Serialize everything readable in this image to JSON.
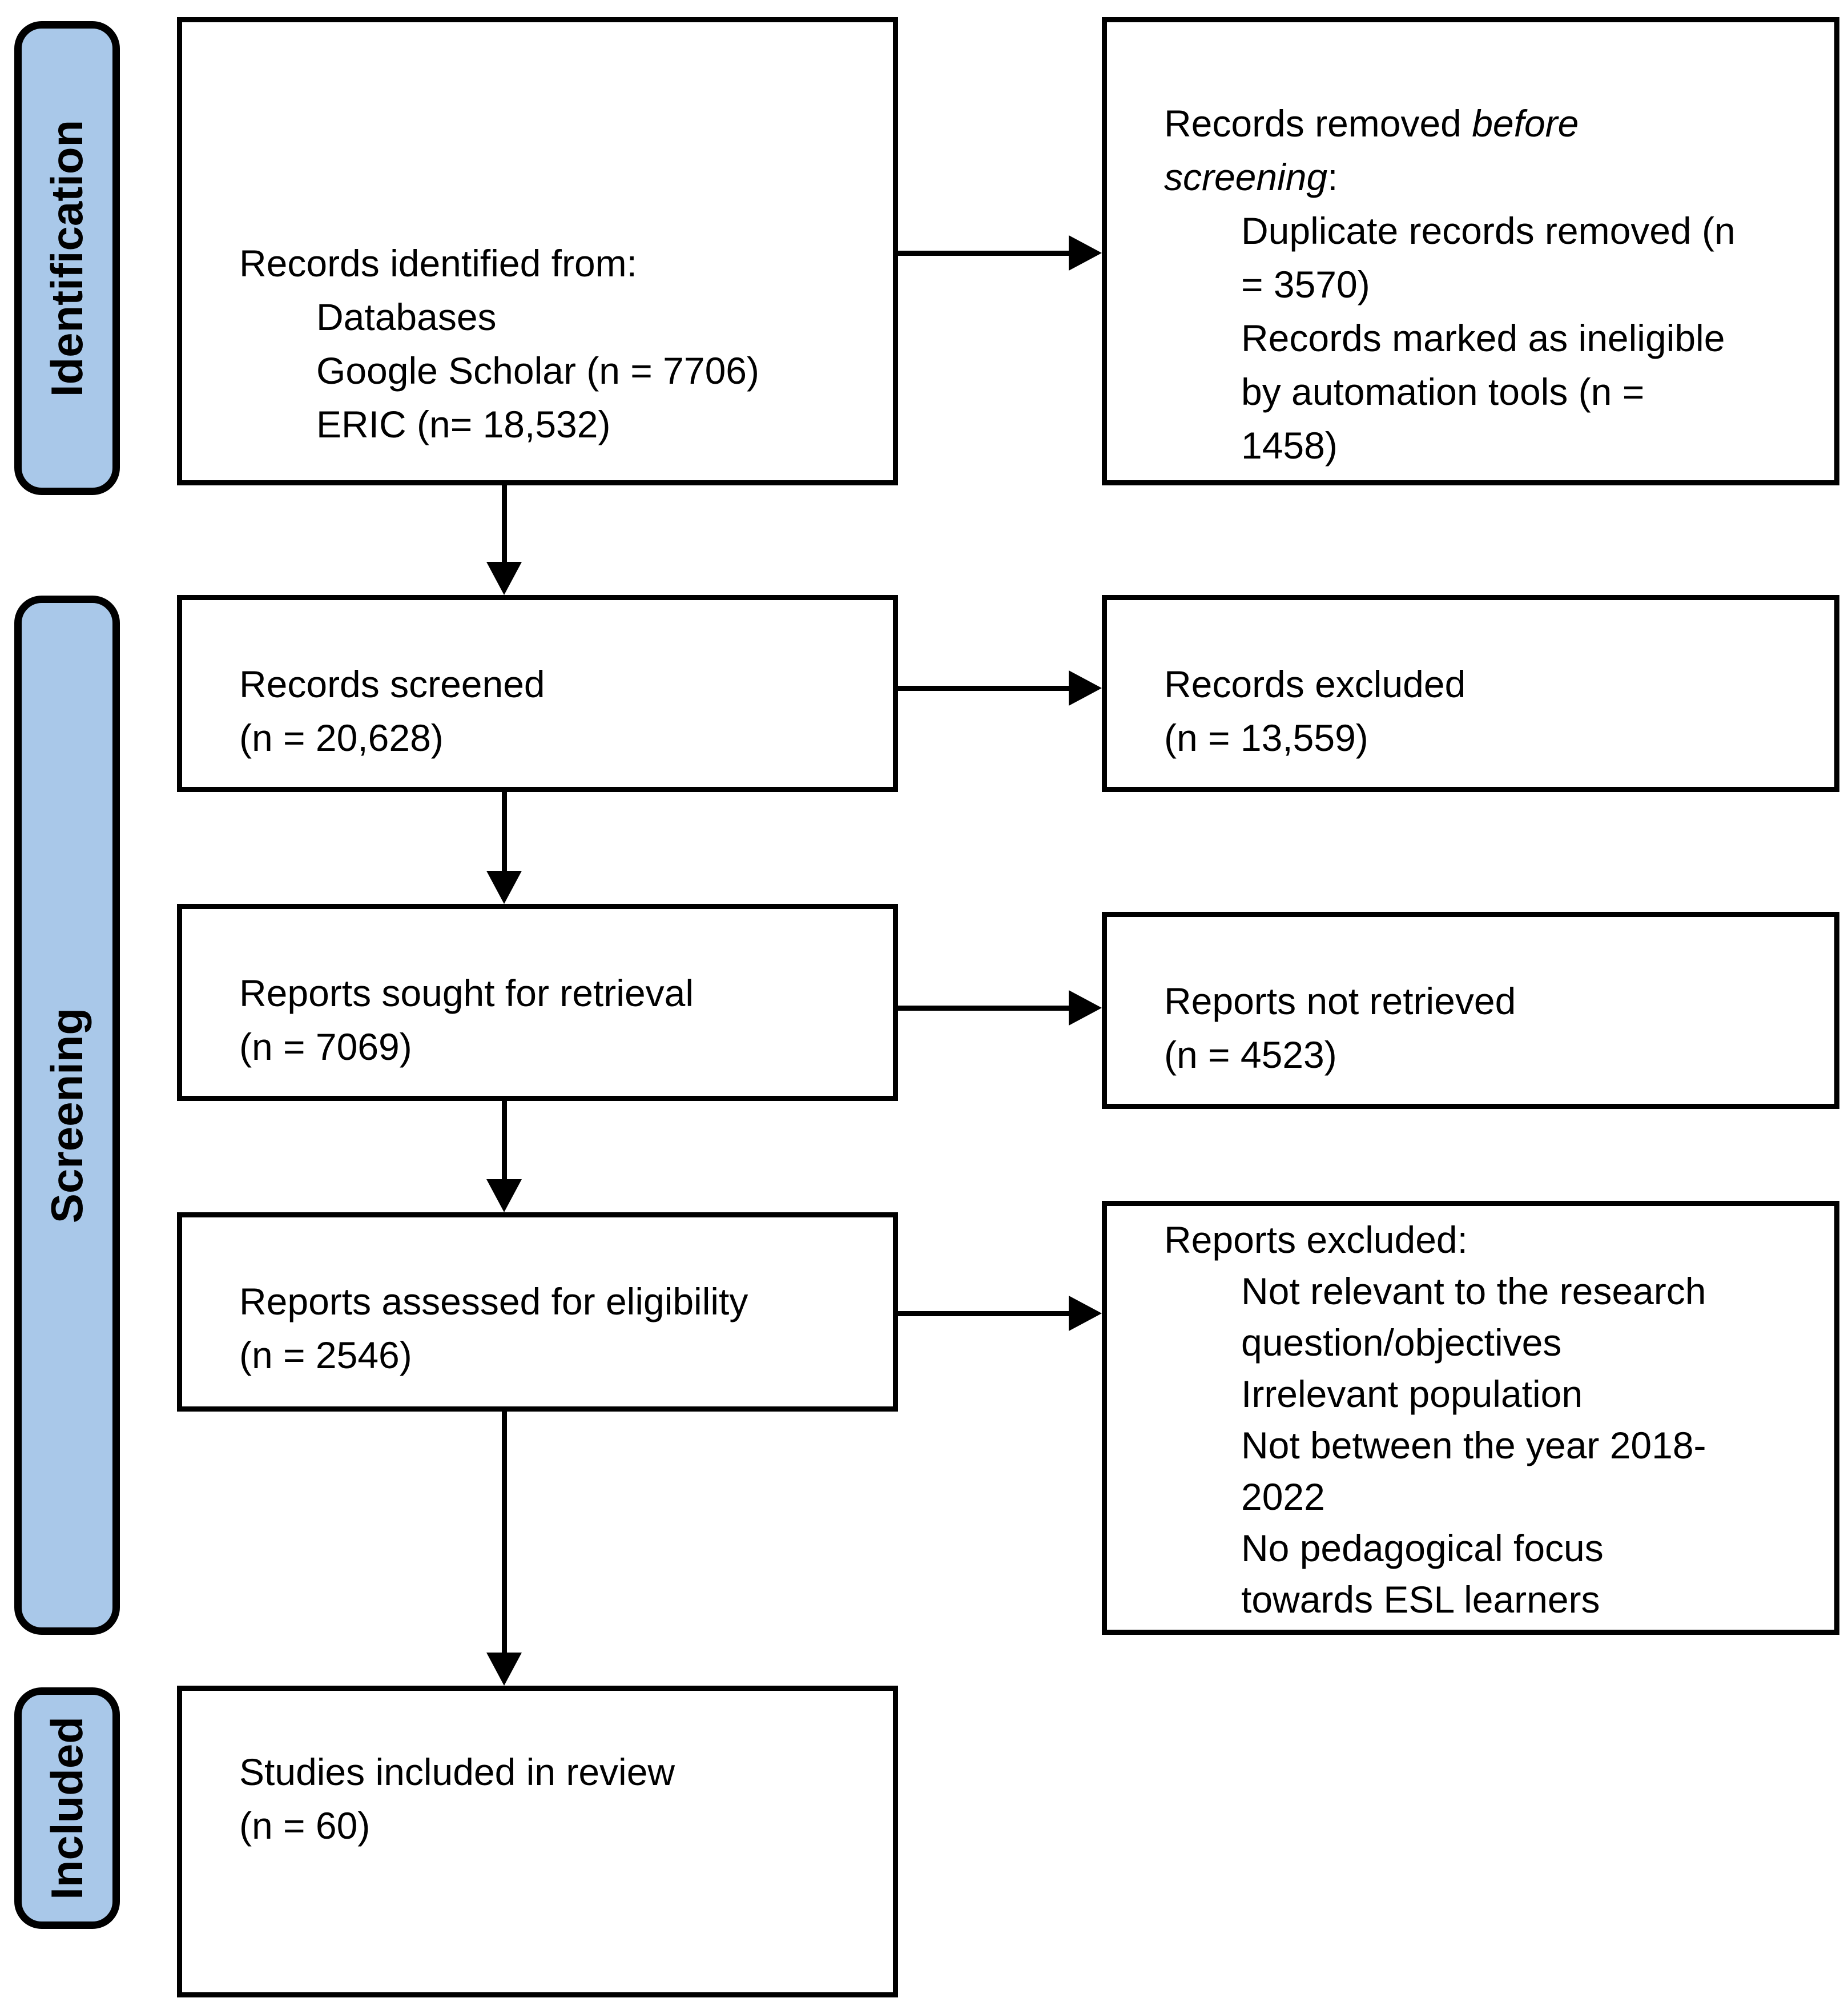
{
  "colors": {
    "sidebar_fill": "#A9C8E9",
    "border": "#000000",
    "background": "#FFFFFF",
    "text": "#000000"
  },
  "sidebar": {
    "identification": "Identification",
    "screening": "Screening",
    "included": "Included"
  },
  "boxes": {
    "records_identified": {
      "title": "Records identified from:",
      "items": [
        "Databases",
        "Google Scholar (n = 7706)",
        "ERIC (n= 18,532)"
      ]
    },
    "records_removed": {
      "line1_regular": "Records removed ",
      "line1_italic": "before",
      "line2_italic": "screening",
      "line2_regular": ":",
      "items": [
        "Duplicate records removed (n",
        "= 3570)",
        "Records marked as ineligible",
        "by automation tools (n =",
        "1458)"
      ]
    },
    "records_screened": {
      "line1": "Records screened",
      "line2": "(n = 20,628)"
    },
    "records_excluded": {
      "line1": "Records excluded",
      "line2": "(n = 13,559)"
    },
    "reports_sought": {
      "line1": "Reports sought for retrieval",
      "line2": "(n = 7069)"
    },
    "reports_not_retrieved": {
      "line1": "Reports not retrieved",
      "line2": "(n = 4523)"
    },
    "reports_assessed": {
      "line1": "Reports assessed for eligibility",
      "line2": "(n = 2546)"
    },
    "reports_excluded": {
      "title": "Reports excluded:",
      "items": [
        "Not relevant to the research",
        "question/objectives",
        "Irrelevant population",
        "Not between the year 2018-",
        "2022",
        "No pedagogical focus",
        "towards ESL learners"
      ]
    },
    "studies_included": {
      "line1": "Studies included in review",
      "line2": "(n = 60)"
    }
  }
}
